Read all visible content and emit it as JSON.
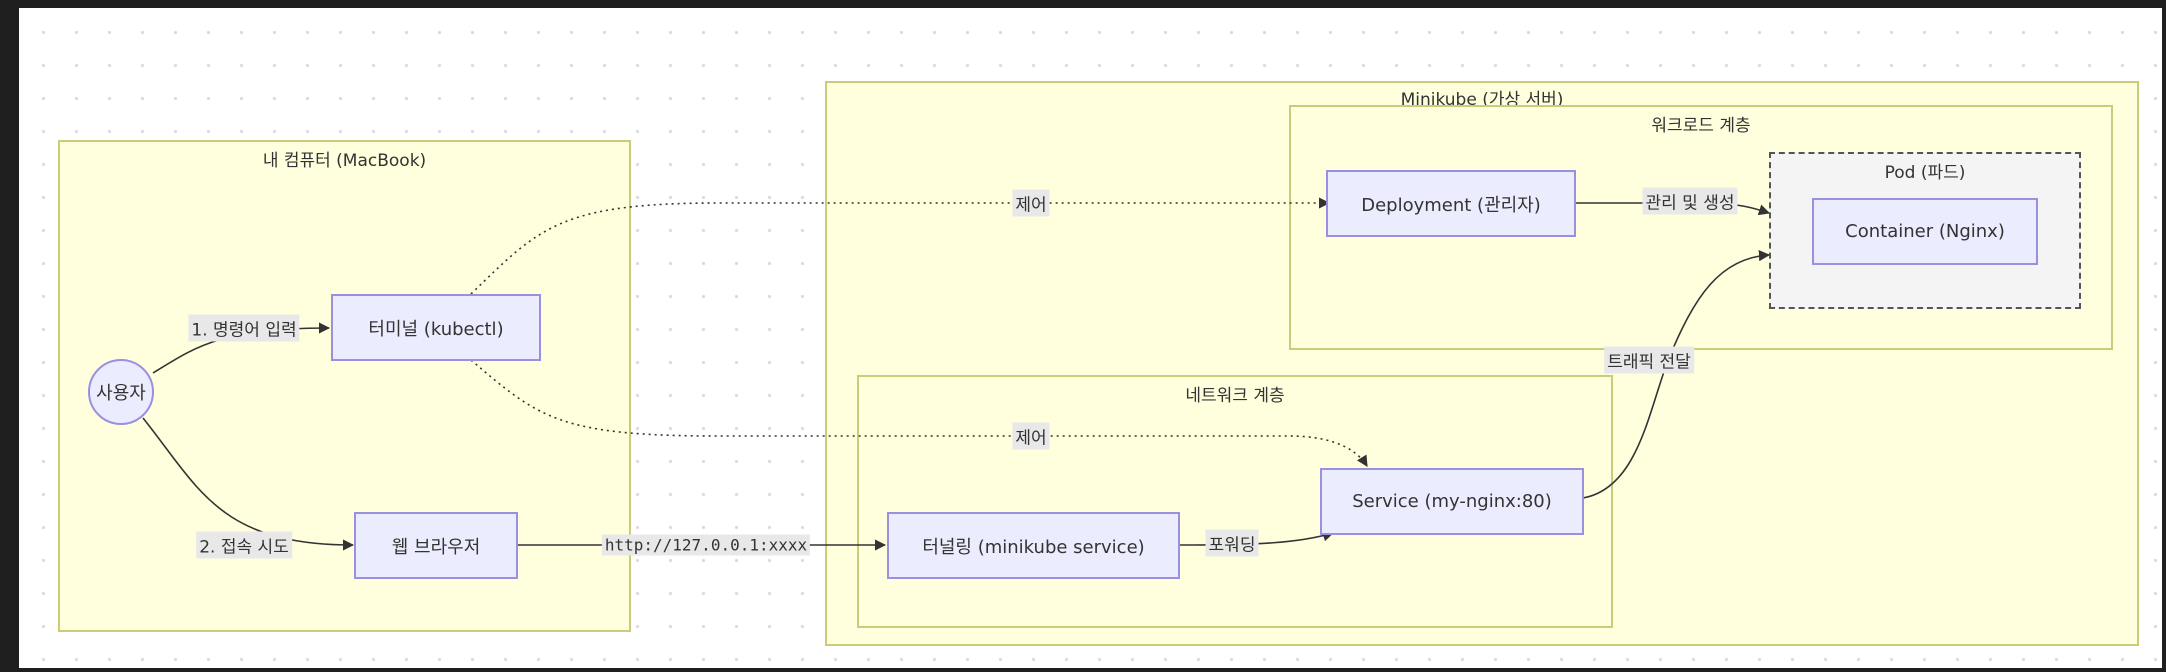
{
  "clusters": {
    "computer": "내 컴퓨터 (MacBook)",
    "minikube": "Minikube (가상 서버)",
    "workload": "워크로드 계층",
    "network": "네트워크 계층",
    "pod": "Pod (파드)"
  },
  "nodes": {
    "user": "사용자",
    "terminal": "터미널 (kubectl)",
    "browser": "웹 브라우저",
    "deployment": "Deployment (관리자)",
    "container": "Container (Nginx)",
    "tunnel": "터널링 (minikube service)",
    "service": "Service (my-nginx:80)"
  },
  "edges": {
    "command_input": "1. 명령어 입력",
    "access_attempt": "2. 접속 시도",
    "control_deploy": "제어",
    "control_service": "제어",
    "manage_create": "관리 및 생성",
    "url": "http://127.0.0.1:xxxx",
    "forwarding": "포워딩",
    "traffic": "트래픽 전달"
  }
}
